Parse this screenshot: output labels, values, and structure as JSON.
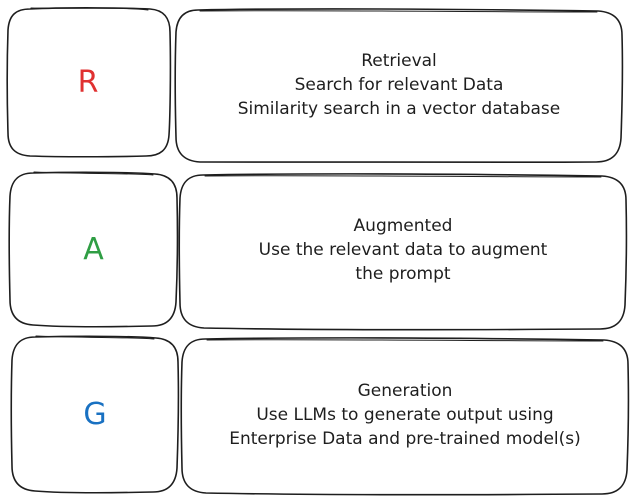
{
  "rows": [
    {
      "letter": "R",
      "letter_color": "#e03131",
      "title": "Retrieval",
      "line1": "Search for relevant Data",
      "line2": "Similarity search in a vector database"
    },
    {
      "letter": "A",
      "letter_color": "#2f9e44",
      "title": "Augmented",
      "line1": "Use the relevant data to augment",
      "line2": "the prompt"
    },
    {
      "letter": "G",
      "letter_color": "#1971c2",
      "title": "Generation",
      "line1": "Use LLMs to generate output using",
      "line2": "Enterprise Data and pre-trained model(s)"
    }
  ]
}
